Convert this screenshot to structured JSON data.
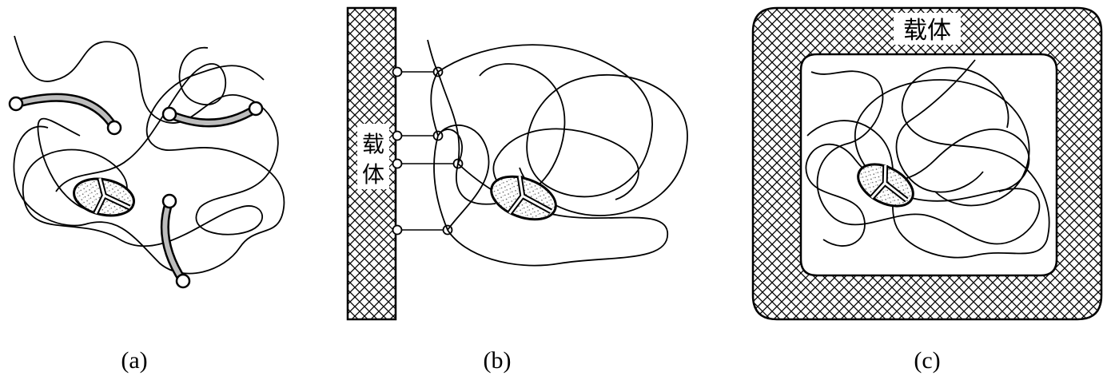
{
  "panels": [
    {
      "id": "a",
      "caption": "(a)"
    },
    {
      "id": "b",
      "caption": "(b)",
      "carrier_label": [
        "载",
        "体"
      ]
    },
    {
      "id": "c",
      "caption": "(c)",
      "carrier_label": "载体"
    }
  ],
  "colors": {
    "ink": "#000000",
    "background": "#ffffff",
    "stipple": "#9a9a9a"
  }
}
